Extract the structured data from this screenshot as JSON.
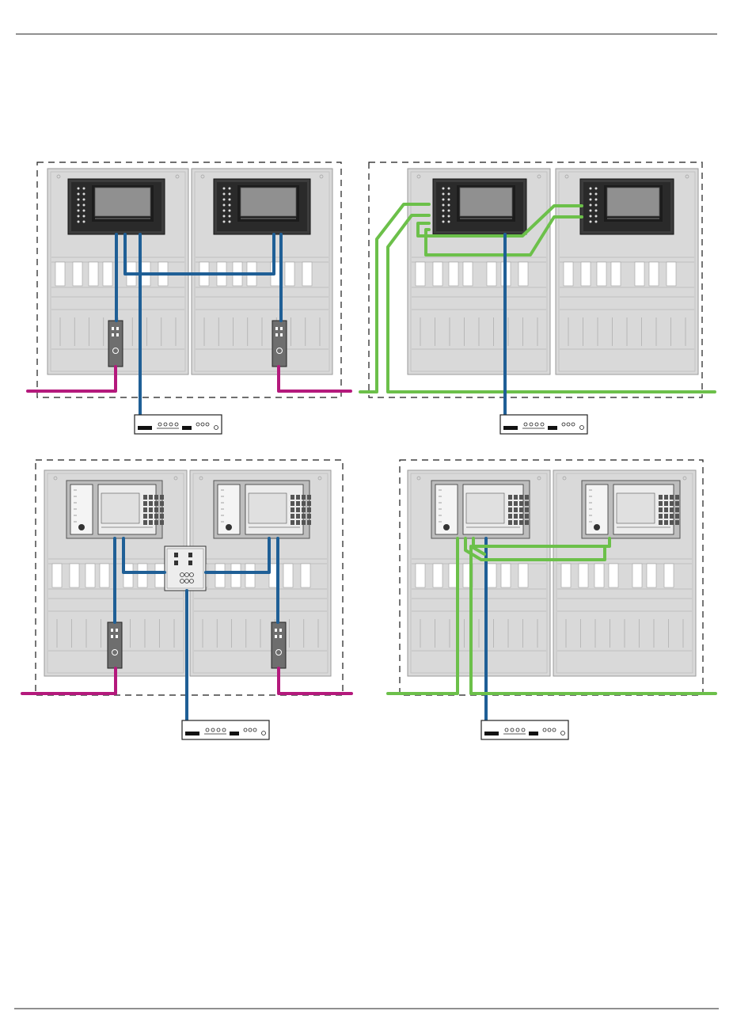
{
  "colors": {
    "ethernet": "#1f5f96",
    "can": "#b4197c",
    "redundant": "#6cc04a",
    "panel_fill": "#d9d9d9",
    "panel_stroke": "#9a9a9a",
    "controller_dark": "#3c3c3c",
    "screen": "#909090",
    "frame": "#1a1a1a"
  },
  "icons": {
    "rule": "horizontal-rule",
    "frame": "dashed-enclosure",
    "cabinet": "panel-cabinet-icon",
    "controller": "panel-controller-icon",
    "interface_module": "interface-module-icon",
    "network_switch": "network-switch-icon",
    "switch_box": "ethernet-switch-box-icon"
  },
  "diagrams": [
    {
      "id": "top-left",
      "controller": "classic",
      "cabling": "ethernet-with-can"
    },
    {
      "id": "top-right",
      "controller": "classic",
      "cabling": "redundant-ring"
    },
    {
      "id": "bottom-left",
      "controller": "touch",
      "cabling": "ethernet-switch-with-can"
    },
    {
      "id": "bottom-right",
      "controller": "touch",
      "cabling": "redundant-pair"
    }
  ]
}
